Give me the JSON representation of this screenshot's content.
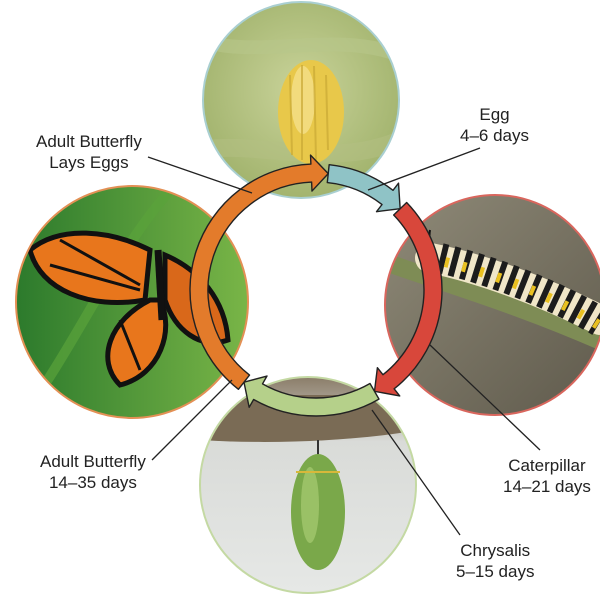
{
  "stages": [
    {
      "id": "egg",
      "title": "Egg",
      "duration": "4–6 days",
      "color": "#8fc3c6"
    },
    {
      "id": "caterpillar",
      "title": "Caterpillar",
      "duration": "14–21 days",
      "color": "#d8473b"
    },
    {
      "id": "chrysalis",
      "title": "Chrysalis",
      "duration": "5–15 days",
      "color": "#b5d08a"
    },
    {
      "id": "adult",
      "title": "Adult Butterfly",
      "duration": "14–35 days",
      "color": "#e37b2b"
    }
  ],
  "transition": {
    "line1": "Adult Butterfly",
    "line2": "Lays Eggs"
  },
  "photo_ring_colors": {
    "egg": "#a9cfd1",
    "caterpillar": "#d9665d",
    "chrysalis": "#c4d9a3",
    "adult": "#e39055"
  }
}
